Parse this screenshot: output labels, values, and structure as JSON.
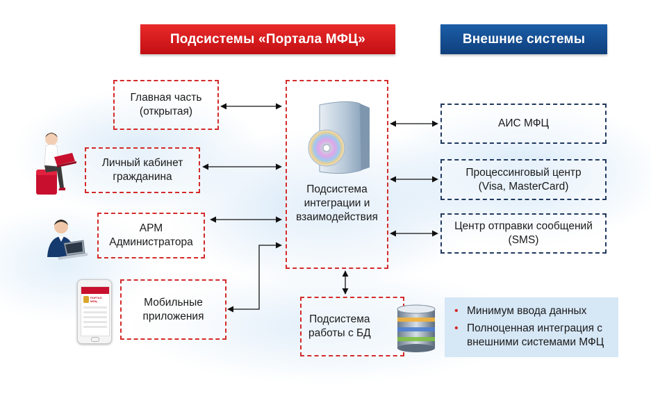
{
  "headers": {
    "subsystems": "Подсистемы «Портала МФЦ»",
    "external": "Внешние системы"
  },
  "left_boxes": {
    "main_part": "Главная часть\n(открытая)",
    "citizen_cabinet": "Личный  кабинет\nгражданина",
    "admin_workplace": "АРМ\nАдминистратора",
    "mobile_apps": "Мобильные\nприложения"
  },
  "center": {
    "integration": "Подсистема\nинтеграции и\nвзаимодействия",
    "database": "Подсистема\nработы с БД"
  },
  "right_boxes": {
    "ais": "АИС МФЦ",
    "processing": "Процессинговый центр\n(Visa, MasterCard)",
    "sms": "Центр  отправки сообщений\n(SMS)"
  },
  "bullets": [
    "Минимум ввода данных",
    "Полноценная интеграция с\nвнешними системами МФЦ"
  ],
  "phone_screen": {
    "brand": "ПОРТАЛ МФЦ"
  },
  "colors": {
    "header_red": "#d11a1f",
    "header_blue": "#144b8f",
    "box_red_border": "#d42a2a",
    "box_navy_border": "#20385f",
    "bullet_color": "#d42a2a",
    "bullet_panel": "#d6e7f6"
  },
  "icons": {
    "integration": "software-box-cd-icon",
    "database": "database-stack-icon",
    "citizen": "woman-laptop-icon",
    "admin": "man-laptop-icon",
    "mobile": "smartphone-icon"
  }
}
